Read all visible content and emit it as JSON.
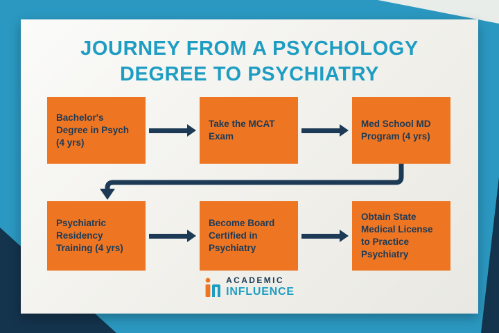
{
  "title": {
    "line1": "JOURNEY FROM A PSYCHOLOGY",
    "line2": "DEGREE TO PSYCHIATRY"
  },
  "steps": [
    {
      "label": "Bachelor's Degree in Psych (4 yrs)"
    },
    {
      "label": "Take the MCAT Exam"
    },
    {
      "label": "Med School MD Program (4 yrs)"
    },
    {
      "label": "Psychiatric Residency Training (4 yrs)"
    },
    {
      "label": "Become Board Certified in Psychiatry"
    },
    {
      "label": "Obtain State Medical License to Practice Psychiatry"
    }
  ],
  "logo": {
    "name_top": "ACADEMIC",
    "name_bottom": "INFLUENCE"
  },
  "colors": {
    "background": "#2B98C1",
    "corner_dark": "#14334D",
    "corner_light": "#E9EDEA",
    "card": "#F1F0EB",
    "step_box": "#EE7623",
    "step_text": "#1C3A56",
    "title_text": "#1E9DC3",
    "arrow": "#1C3A56",
    "logo_navy": "#1C3A56",
    "logo_teal": "#1E9DC3",
    "logo_orange": "#EE7623"
  }
}
